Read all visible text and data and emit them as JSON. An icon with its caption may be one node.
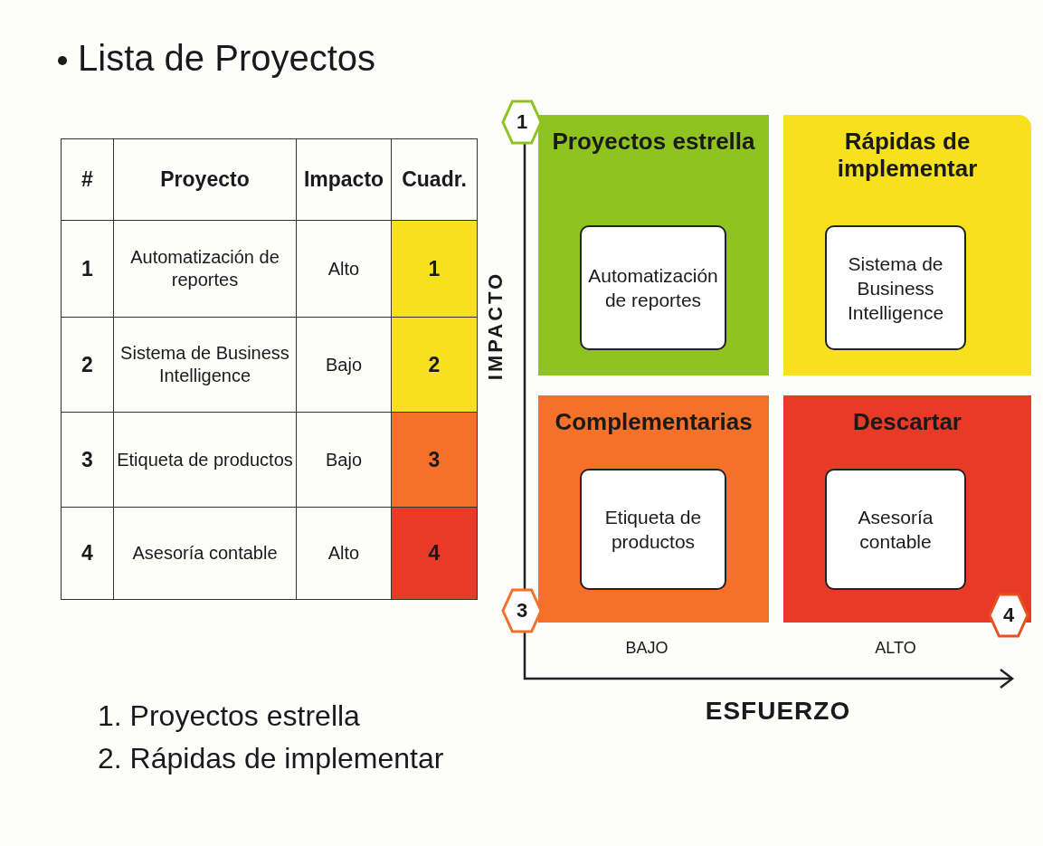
{
  "diagram": {
    "title": "Lista de Proyectos",
    "nodes": [
      {
        "text": [
          "Proyectos estrella"
        ]
      },
      {
        "text": [
          "Automatización de reportes"
        ],
        "in": 0
      },
      {
        "text": [
          "Rápidas de implementar"
        ]
      },
      {
        "text": [
          "Sistema de Business Intelligence"
        ],
        "in": 2
      },
      {
        "text": [
          "Complementarias"
        ]
      },
      {
        "text": [
          "Etiqueta de productos"
        ],
        "in": 4
      },
      {
        "text": [
          "Descartar"
        ]
      },
      {
        "text": [
          "Asesoría contable"
        ],
        "in": 6
      },
      {
        "text": [
          "1"
        ]
      },
      {
        "text": [
          "3"
        ]
      },
      {
        "text": [
          "4"
        ]
      }
    ],
    "edges": [],
    "labels": [
      "#",
      "Proyecto",
      "Impacto",
      "Cuadr.",
      "1",
      "Automatización de reportes",
      "Alto",
      "1",
      "2",
      "Sistema de Business Intelligence",
      "Bajo",
      "2",
      "3",
      "Etiqueta de productos",
      "Bajo",
      "3",
      "4",
      "Asesoría contable",
      "Alto",
      "4",
      "IMPACTO",
      "BAJO",
      "ALTO",
      "ESFUERZO",
      "1. Proyectos estrella",
      "2. Rápidas de implementar"
    ]
  }
}
